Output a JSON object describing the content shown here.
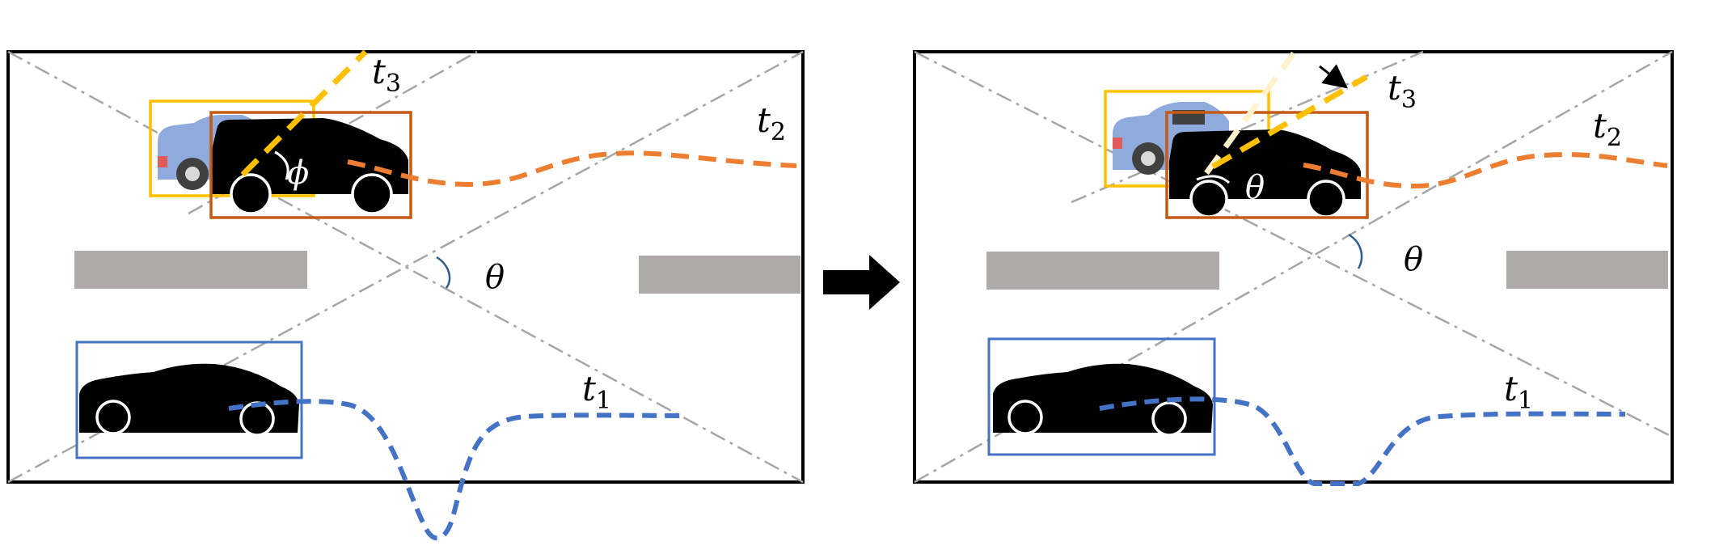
{
  "left_panel": {
    "labels": {
      "t3": {
        "base": "t",
        "sub": "3"
      },
      "t2": {
        "base": "t",
        "sub": "2"
      },
      "t1": {
        "base": "t",
        "sub": "1"
      },
      "phi": "ϕ",
      "theta": "θ"
    }
  },
  "right_panel": {
    "labels": {
      "t3": {
        "base": "t",
        "sub": "3"
      },
      "t2": {
        "base": "t",
        "sub": "2"
      },
      "t1": {
        "base": "t",
        "sub": "1"
      },
      "theta_car": "θ",
      "theta": "θ"
    }
  },
  "colors": {
    "frame": "#000000",
    "diagonal": "#a6a6a6",
    "lane": "#aeaaaa",
    "trajectory_t1": "#4472c4",
    "trajectory_t2": "#ed7d31",
    "trajectory_t3": "#ffc000",
    "trajectory_t3_faded": "#fff2cc",
    "box_blue_car": "#ffc000",
    "box_black_car_top": "#c55a11",
    "box_black_car_bottom": "#4472c4",
    "blue_car": "#8faadc",
    "black_car": "#000000"
  },
  "icons": [
    "blue-car-icon",
    "black-van-icon",
    "black-sports-car-icon",
    "arrow-right-icon"
  ]
}
